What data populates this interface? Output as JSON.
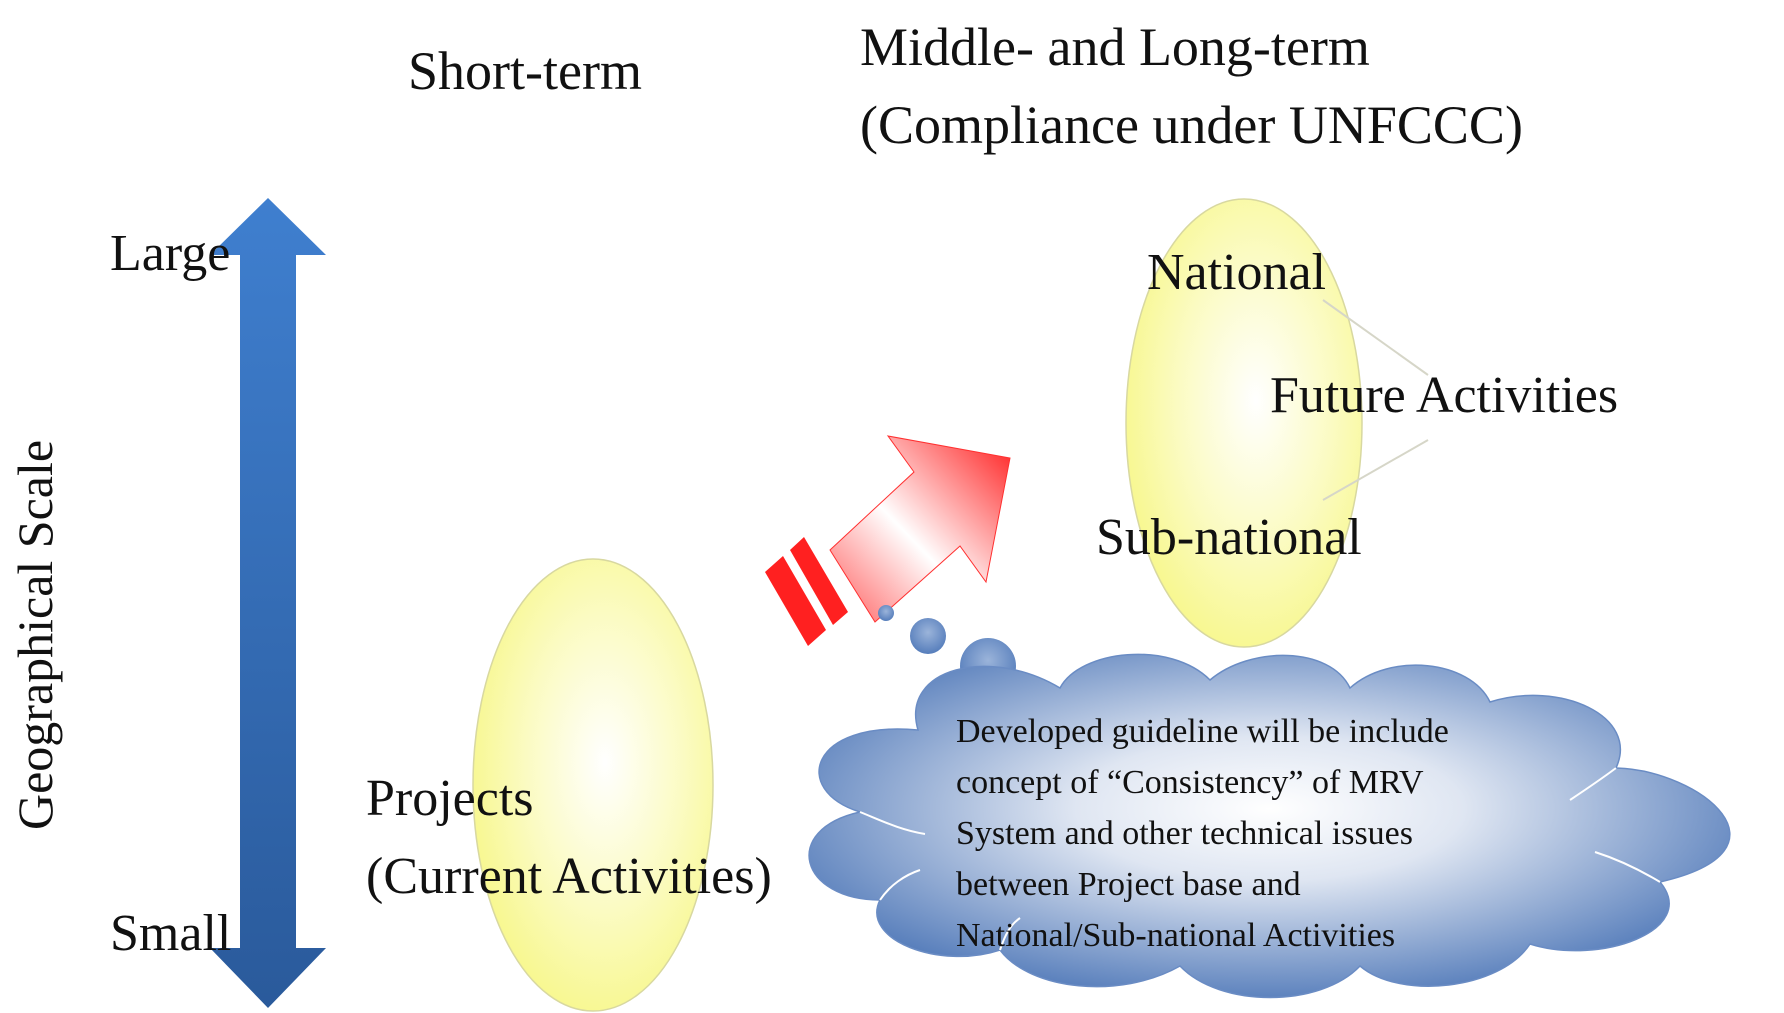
{
  "headers": {
    "short_term": "Short-term",
    "middle_long_line1": "Middle- and Long-term",
    "middle_long_line2": "(Compliance under UNFCCC)"
  },
  "axis": {
    "title": "Geographical Scale",
    "top_label": "Large",
    "bottom_label": "Small",
    "arrow_color": "#3a6fb4"
  },
  "current": {
    "line1": "Projects",
    "line2": "(Current Activities)"
  },
  "future": {
    "national": "National",
    "future_label": "Future Activities",
    "subnational": "Sub-national"
  },
  "cloud": {
    "lines": [
      "Developed guideline will be include",
      "concept of “Consistency” of MRV",
      "System and other technical issues",
      "between Project base and",
      "National/Sub-national Activities"
    ]
  },
  "colors": {
    "ellipse_fill": "#ffff99",
    "progress_arrow": "#ff1e1e",
    "cloud_blue": "#4a74b6"
  },
  "icons": {
    "axis_arrow": "double-headed-arrow-icon",
    "progress_arrow": "striped-arrow-icon",
    "thought_cloud": "thought-cloud-icon"
  }
}
